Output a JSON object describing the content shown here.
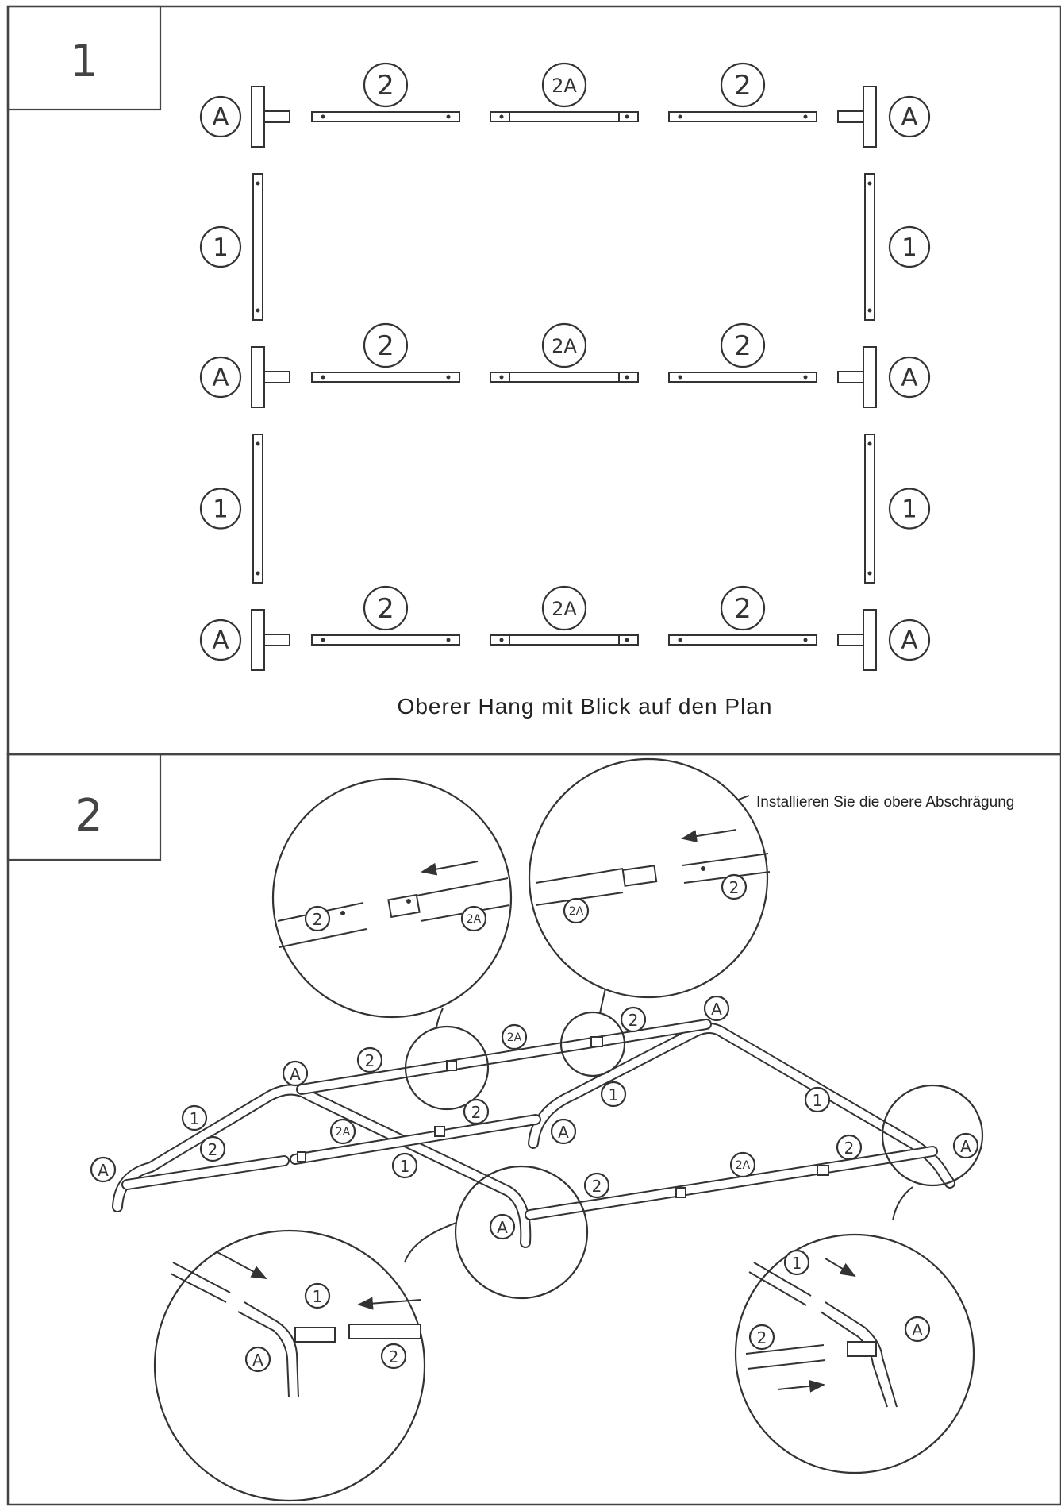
{
  "panel1": {
    "step": "1",
    "caption": "Oberer Hang mit Blick auf den Plan",
    "labels": {
      "corner": "A",
      "side": "1",
      "bar": "2",
      "middle": "2A"
    }
  },
  "panel2": {
    "step": "2",
    "note": "Installieren Sie die obere Abschrägung",
    "labels": {
      "corner": "A",
      "side": "1",
      "bar": "2",
      "middle": "2A"
    }
  }
}
